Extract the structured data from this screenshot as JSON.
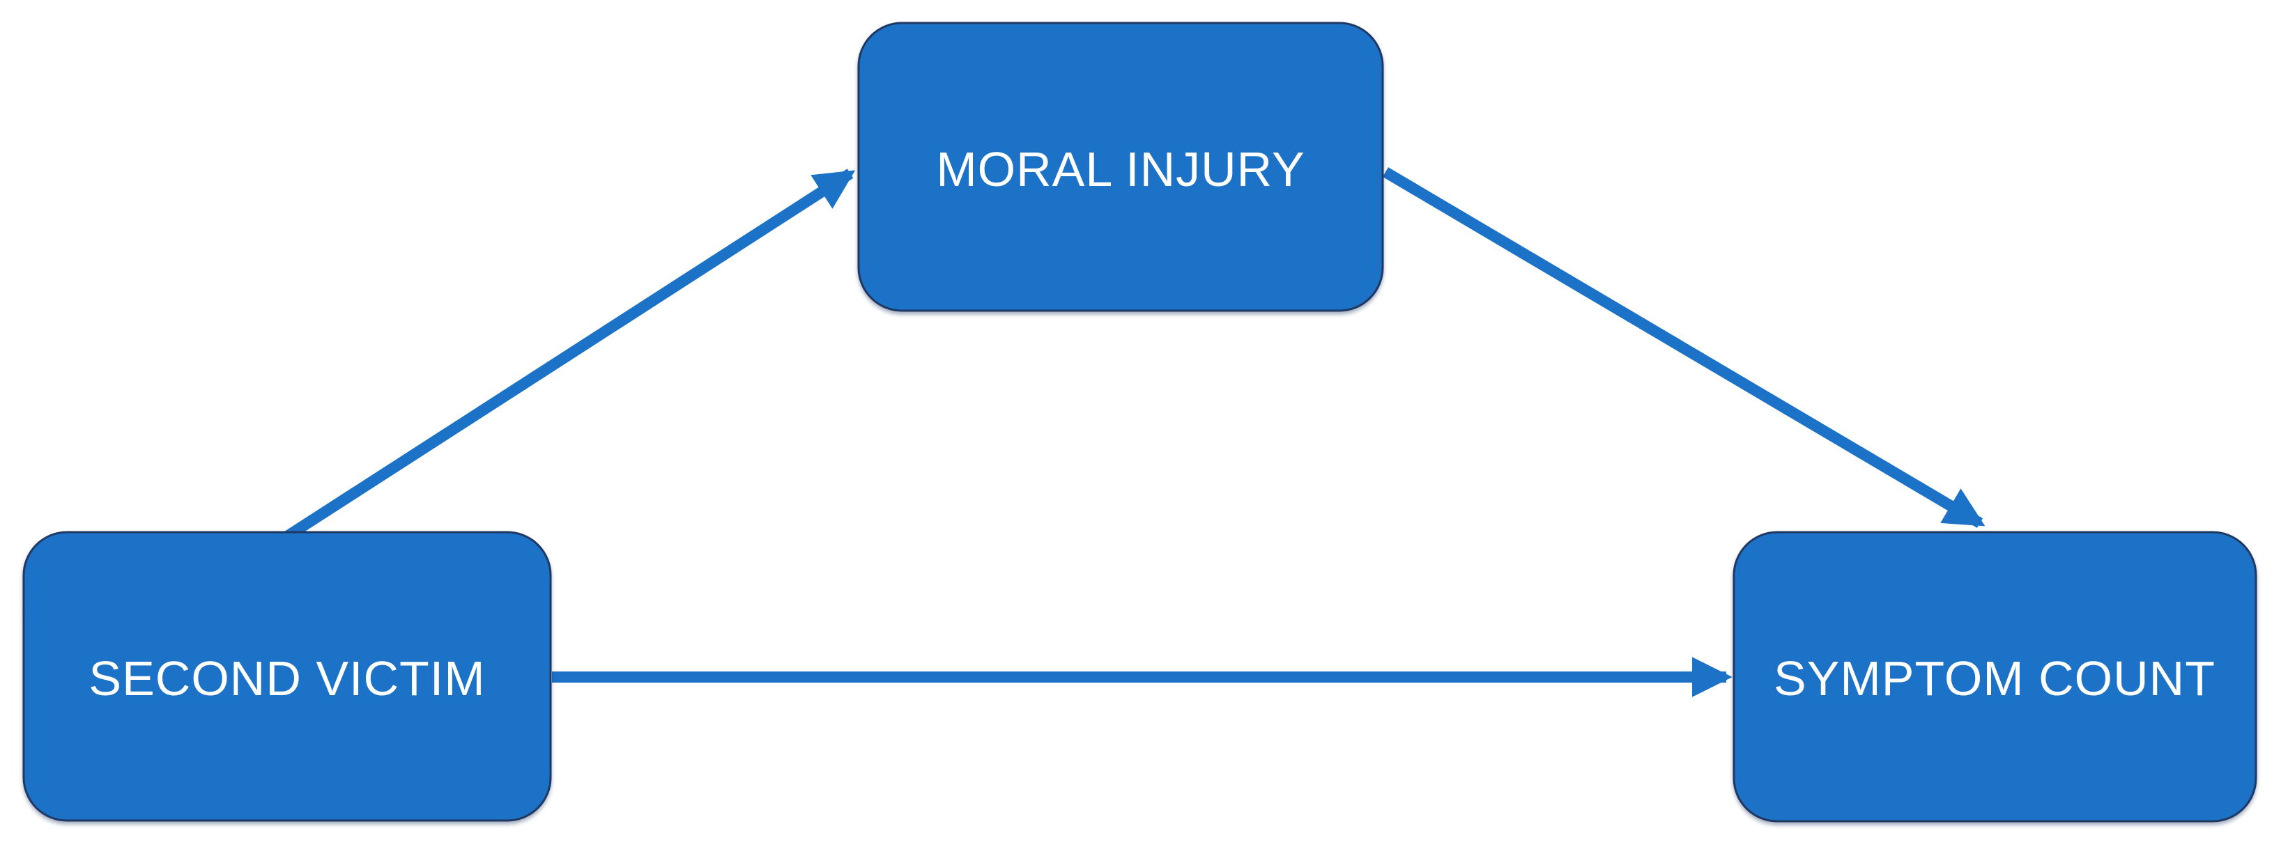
{
  "diagram": {
    "type": "mediation-path-diagram",
    "background_color": "#FFFFFF",
    "nodes": [
      {
        "id": "second-victim",
        "label": "SECOND VICTIM"
      },
      {
        "id": "moral-injury",
        "label": "MORAL INJURY"
      },
      {
        "id": "symptom-count",
        "label": "SYMPTOM COUNT"
      }
    ],
    "edges": [
      {
        "from": "second-victim",
        "to": "moral-injury",
        "arrow": "end",
        "style": "solid"
      },
      {
        "from": "moral-injury",
        "to": "symptom-count",
        "arrow": "end",
        "style": "solid"
      },
      {
        "from": "second-victim",
        "to": "symptom-count",
        "arrow": "end",
        "style": "solid"
      }
    ],
    "colors": {
      "node_fill": "#1C72C6",
      "node_border": "#1F3864",
      "arrow": "#1C72C6",
      "label_text": "#FFFFFF"
    }
  }
}
